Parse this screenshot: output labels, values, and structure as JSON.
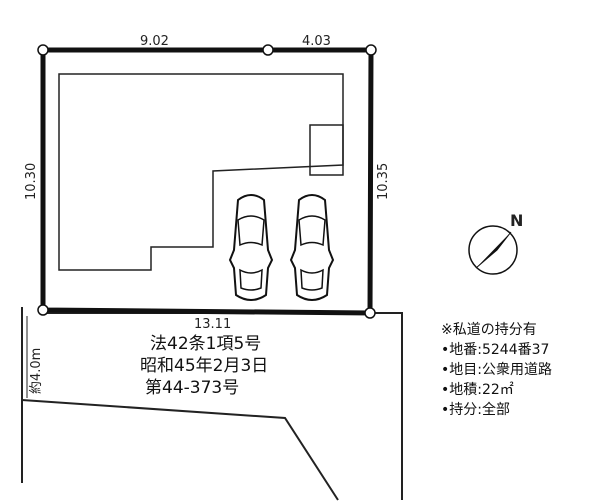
{
  "dimensions": {
    "top_left": "9.02",
    "top_right": "4.03",
    "left": "10.30",
    "right": "10.35",
    "bottom": "13.11",
    "road_width": "約4.0m"
  },
  "road": {
    "line1": "法42条1項5号",
    "line2": "昭和45年2月3日",
    "line3": "第44-373号"
  },
  "compass": {
    "label": "N"
  },
  "notes": {
    "heading": "※私道の持分有",
    "items": [
      "•地番:5244番37",
      "•地目:公衆用道路",
      "•地積:22㎡",
      "•持分:全部"
    ]
  }
}
